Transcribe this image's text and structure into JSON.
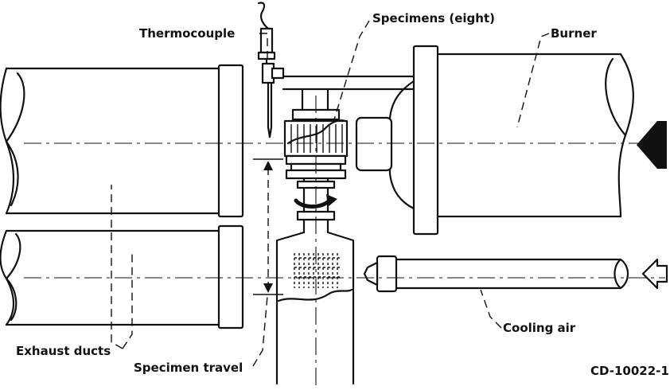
{
  "labels": {
    "thermocouple": "Thermocouple",
    "specimens": "Specimens (eight)",
    "burner": "Burner",
    "exhaust_ducts": "Exhaust ducts",
    "specimen_travel": "Specimen travel",
    "cooling_air": "Cooling air",
    "figure_id": "CD-10022-1"
  }
}
